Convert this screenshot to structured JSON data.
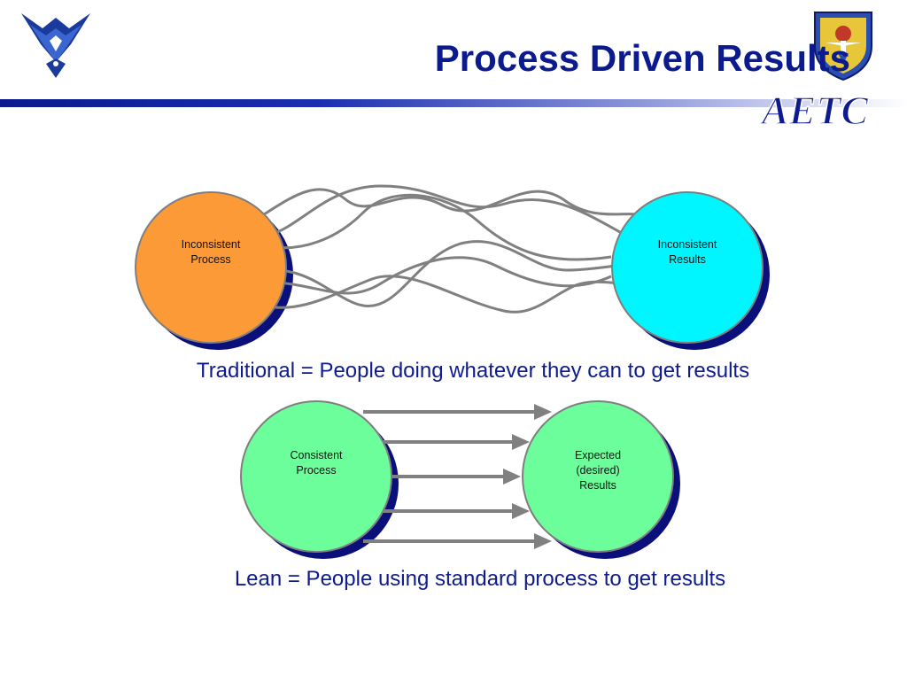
{
  "slide": {
    "title": "Process Driven Results",
    "aetc_text": "AETC",
    "colors": {
      "title": "#0b1a8c",
      "rule": "#0a1a8e",
      "orange": "#fb9a36",
      "cyan": "#00f6ff",
      "green": "#6dfe9c",
      "shadow": "#0a0f7a",
      "connector": "#808080"
    }
  },
  "traditional": {
    "process_label_line1": "Inconsistent",
    "process_label_line2": "Process",
    "results_label_line1": "Inconsistent",
    "results_label_line2": "Results",
    "caption": "Traditional  =  People doing whatever they can to get results"
  },
  "lean": {
    "process_label_line1": "Consistent",
    "process_label_line2": "Process",
    "results_label_line1": "Expected",
    "results_label_line2": "(desired)",
    "results_label_line3": "Results",
    "caption": "Lean  =  People using standard process to get results"
  }
}
